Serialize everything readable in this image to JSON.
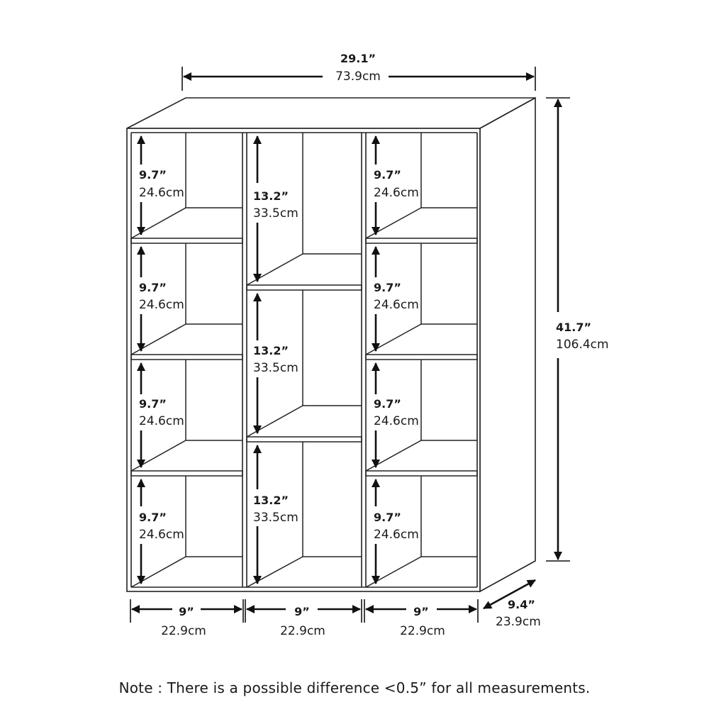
{
  "width_dim": {
    "imperial": "29.1”",
    "metric": "73.9cm"
  },
  "height_dim": {
    "imperial": "41.7”",
    "metric": "106.4cm"
  },
  "depth_dim": {
    "imperial": "9.4”",
    "metric": "23.9cm"
  },
  "column_width_dims": [
    {
      "imperial": "9”",
      "metric": "22.9cm"
    },
    {
      "imperial": "9”",
      "metric": "22.9cm"
    },
    {
      "imperial": "9”",
      "metric": "22.9cm"
    }
  ],
  "left_cubby_dims": [
    {
      "imperial": "9.7”",
      "metric": "24.6cm"
    },
    {
      "imperial": "9.7”",
      "metric": "24.6cm"
    },
    {
      "imperial": "9.7”",
      "metric": "24.6cm"
    },
    {
      "imperial": "9.7”",
      "metric": "24.6cm"
    }
  ],
  "center_cubby_dims": [
    {
      "imperial": "13.2”",
      "metric": "33.5cm"
    },
    {
      "imperial": "13.2”",
      "metric": "33.5cm"
    },
    {
      "imperial": "13.2”",
      "metric": "33.5cm"
    }
  ],
  "right_cubby_dims": [
    {
      "imperial": "9.7”",
      "metric": "24.6cm"
    },
    {
      "imperial": "9.7”",
      "metric": "24.6cm"
    },
    {
      "imperial": "9.7”",
      "metric": "24.6cm"
    },
    {
      "imperial": "9.7”",
      "metric": "24.6cm"
    }
  ],
  "note": "Note : There is a possible difference <0.5” for all measurements."
}
